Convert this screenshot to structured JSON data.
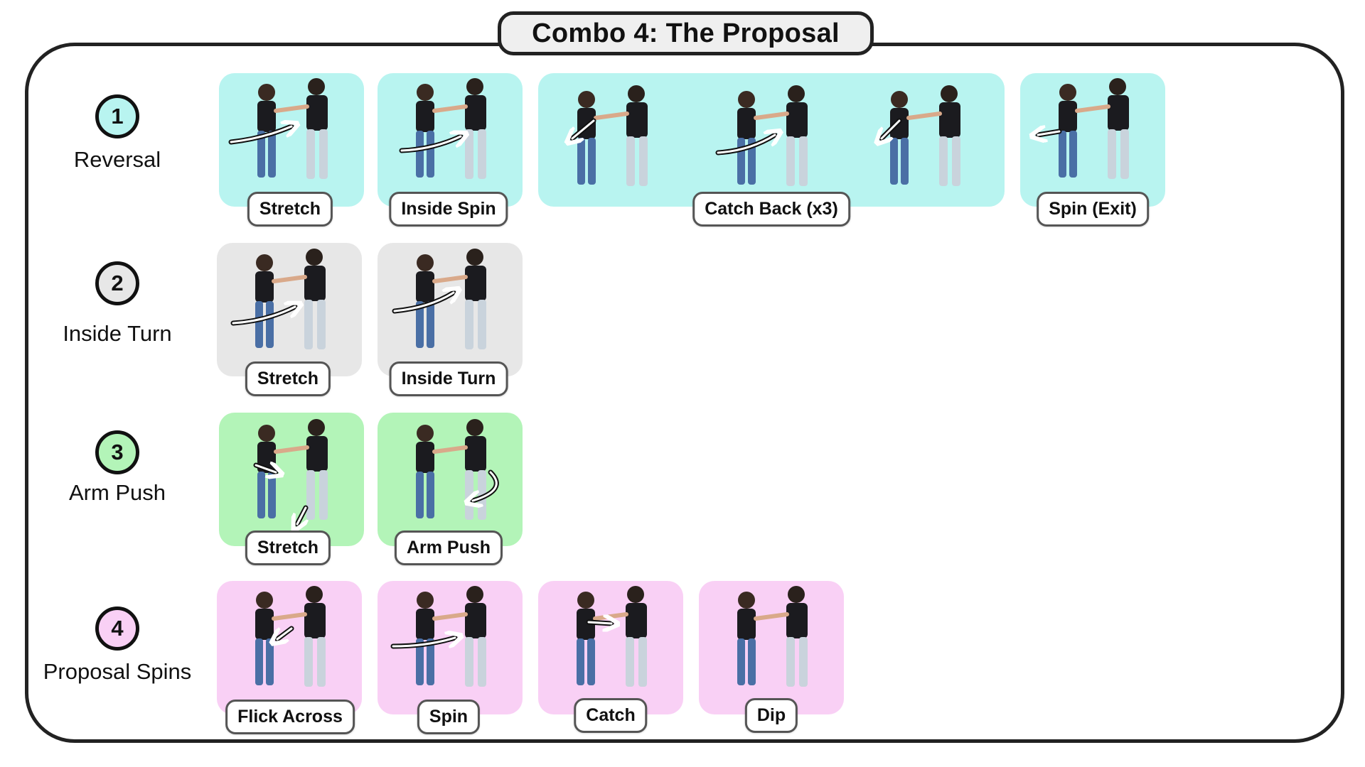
{
  "title": "Combo 4: The Proposal",
  "colors": {
    "cyan": "#b8f4f0",
    "gray": "#e7e7e7",
    "green": "#b3f4b8",
    "pink": "#f9d0f5",
    "border": "#222222"
  },
  "rows": [
    {
      "number": "1",
      "name": "Reversal",
      "color": "#b8f4f0",
      "moves": [
        "Stretch",
        "Inside Spin",
        "Catch Back (x3)",
        "Spin (Exit)"
      ]
    },
    {
      "number": "2",
      "name": "Inside Turn",
      "color": "#e7e7e7",
      "moves": [
        "Stretch",
        "Inside Turn"
      ]
    },
    {
      "number": "3",
      "name": "Arm Push",
      "color": "#b3f4b8",
      "moves": [
        "Stretch",
        "Arm Push"
      ]
    },
    {
      "number": "4",
      "name": "Proposal Spins",
      "color": "#f9d0f5",
      "moves": [
        "Flick Across",
        "Spin",
        "Catch",
        "Dip"
      ]
    }
  ]
}
